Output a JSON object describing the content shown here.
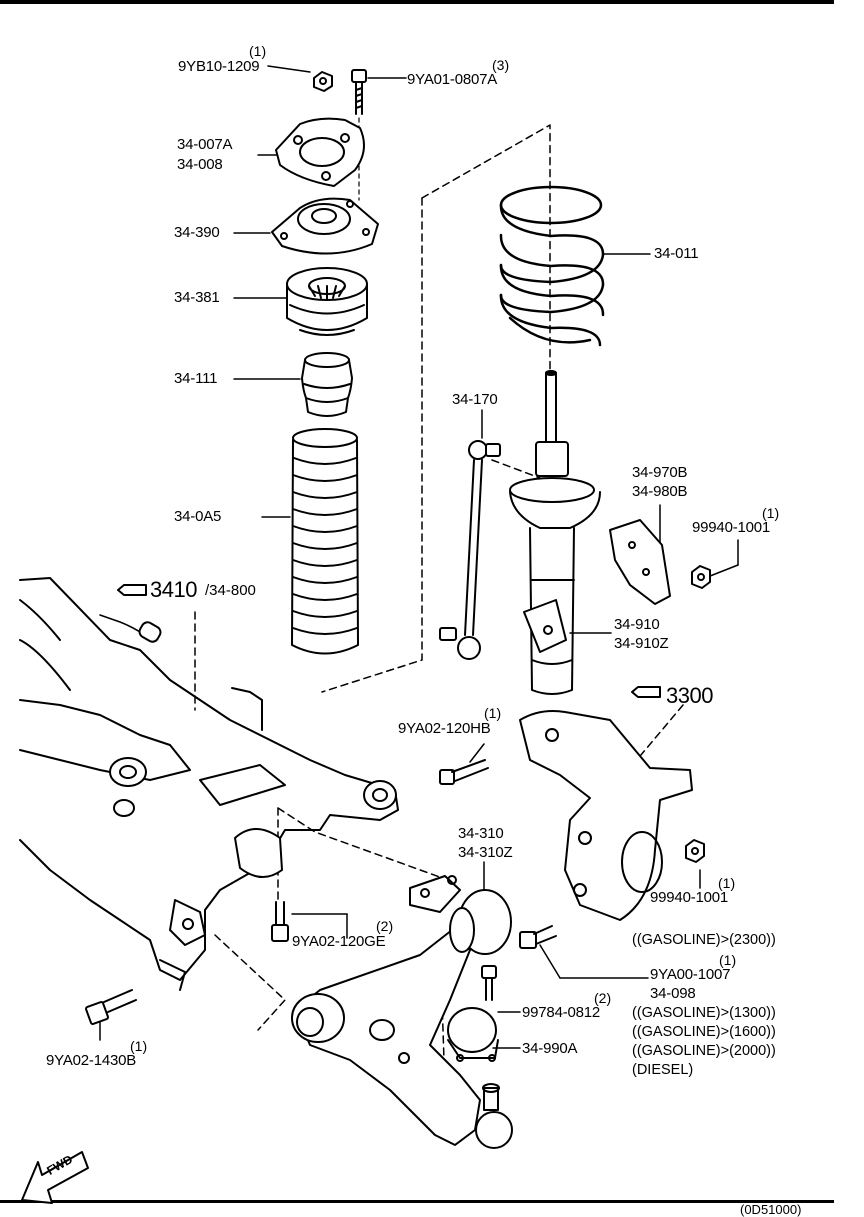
{
  "parts": {
    "p_9yb10": {
      "num": "9YB10-1209",
      "qty": "(1)"
    },
    "p_9ya01": {
      "num": "9YA01-0807A",
      "qty": "(3)"
    },
    "p_34007a": {
      "num": "34-007A"
    },
    "p_34008": {
      "num": "34-008"
    },
    "p_34390": {
      "num": "34-390"
    },
    "p_34381": {
      "num": "34-381"
    },
    "p_34111": {
      "num": "34-111"
    },
    "p_340a5": {
      "num": "34-0A5"
    },
    "p_34011": {
      "num": "34-011"
    },
    "p_34170": {
      "num": "34-170"
    },
    "p_34970b": {
      "num": "34-970B"
    },
    "p_34980b": {
      "num": "34-980B"
    },
    "p_99940a": {
      "num": "99940-1001",
      "qty": "(1)"
    },
    "p_34910": {
      "num": "34-910"
    },
    "p_34910z": {
      "num": "34-910Z"
    },
    "p_9ya02_120hb": {
      "num": "9YA02-120HB",
      "qty": "(1)"
    },
    "p_34310": {
      "num": "34-310"
    },
    "p_34310z": {
      "num": "34-310Z"
    },
    "p_99940b": {
      "num": "99940-1001",
      "qty": "(1)"
    },
    "p_9ya02_120ge": {
      "num": "9YA02-120GE",
      "qty": "(2)"
    },
    "p_9ya00": {
      "num": "9YA00-1007",
      "qty": "(1)"
    },
    "p_34098": {
      "num": "34-098"
    },
    "p_99784": {
      "num": "99784-0812",
      "qty": "(2)"
    },
    "p_34990a": {
      "num": "34-990A"
    },
    "p_9ya02_1430b": {
      "num": "9YA02-1430B",
      "qty": "(1)"
    }
  },
  "refs": {
    "ref_3410": {
      "main": "3410",
      "sub": "/34-800"
    },
    "ref_3300": {
      "main": "3300"
    }
  },
  "conditions": {
    "c1": "((GASOLINE)>(2300))",
    "c2": "((GASOLINE)>(1300))",
    "c3": "((GASOLINE)>(1600))",
    "c4": "((GASOLINE)>(2000))",
    "c5": "(DIESEL)"
  },
  "fwd": "FWD",
  "footer_id": "(0D51000)"
}
